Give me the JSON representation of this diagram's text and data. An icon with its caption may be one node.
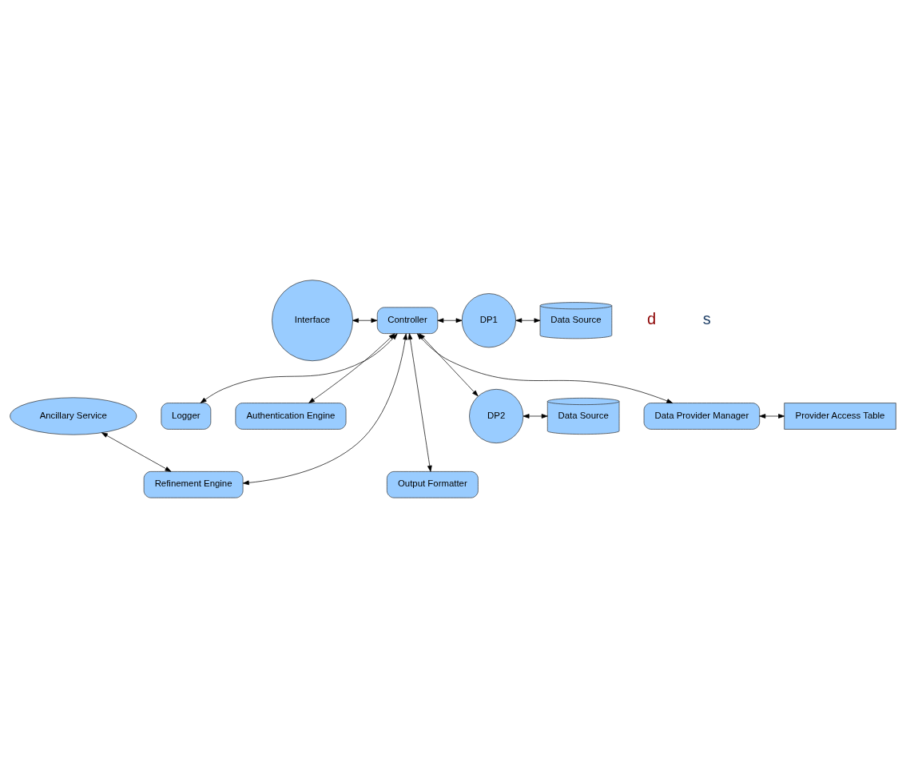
{
  "diagram": {
    "nodes": [
      {
        "text": [
          "Ancillary Service"
        ]
      },
      {
        "text": [
          "Logger"
        ]
      },
      {
        "text": [
          "Authentication Engine"
        ]
      },
      {
        "text": [
          "Output Formatter"
        ]
      },
      {
        "text": [
          "Refinement Engine"
        ]
      },
      {
        "text": [
          "Interface"
        ]
      },
      {
        "text": [
          "Controller"
        ]
      },
      {
        "text": [
          "DP1"
        ]
      },
      {
        "text": [
          "Data Source"
        ]
      },
      {
        "text": [
          "DP2"
        ]
      },
      {
        "text": [
          "Data Source"
        ]
      },
      {
        "text": [
          "Data Provider Manager"
        ]
      },
      {
        "text": [
          "Provider Access Table"
        ]
      }
    ],
    "edges": [
      {
        "from": 0,
        "to": 4,
        "arrow": "both"
      },
      {
        "from": 6,
        "to": 3,
        "arrow": "both"
      },
      {
        "from": 6,
        "to": 4,
        "arrow": "both"
      },
      {
        "from": 6,
        "to": 1,
        "arrow": "both"
      },
      {
        "from": 6,
        "to": 2,
        "arrow": "both"
      },
      {
        "from": 5,
        "to": 6,
        "arrow": "both"
      },
      {
        "from": 6,
        "to": 7,
        "arrow": "both"
      },
      {
        "from": 6,
        "to": 9,
        "arrow": "both"
      },
      {
        "from": 7,
        "to": 8,
        "arrow": "both"
      },
      {
        "from": 9,
        "to": 10,
        "arrow": "both"
      },
      {
        "from": 6,
        "to": 11,
        "arrow": "both"
      },
      {
        "from": 11,
        "to": 12,
        "arrow": "both"
      }
    ],
    "labels": [
      "d",
      "s"
    ]
  }
}
